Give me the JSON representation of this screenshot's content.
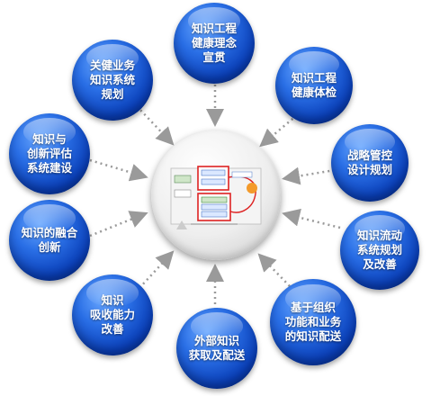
{
  "center": {
    "icon": "process-flow-diagram-icon"
  },
  "nodes": [
    {
      "key": "top",
      "text": "知识工程\n健康理念\n宣贯"
    },
    {
      "key": "top_right",
      "text": "知识工程\n健康体检"
    },
    {
      "key": "right_upper",
      "text": "战略管控\n设计规划"
    },
    {
      "key": "right_lower",
      "text": "知识流动\n系统规划\n及改善"
    },
    {
      "key": "bottom_right",
      "text": "基于组织\n功能和业务\n的知识配送"
    },
    {
      "key": "bottom",
      "text": "外部知识\n获取及配送"
    },
    {
      "key": "bottom_left",
      "text": "知识\n吸收能力\n改善"
    },
    {
      "key": "left_lower",
      "text": "知识的融合\n创新"
    },
    {
      "key": "left_upper",
      "text": "知识与\n创新评估\n系统建设"
    },
    {
      "key": "top_left",
      "text": "关健业务\n知识系统\n规划"
    }
  ],
  "colors": {
    "node": "#1550d0",
    "arrow": "#999999"
  }
}
